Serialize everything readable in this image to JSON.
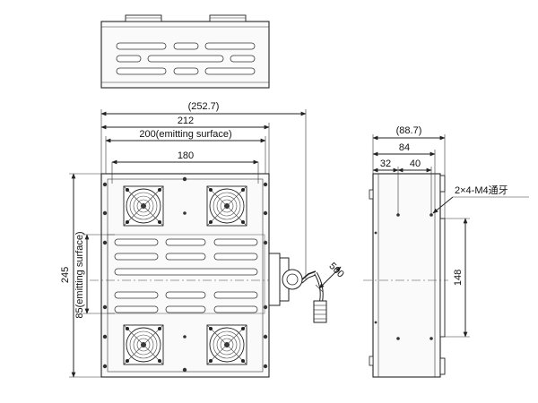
{
  "dimensions": {
    "overall_width": "(252.7)",
    "body_width": "212",
    "emitting_width": "200(emitting surface)",
    "fan_pitch": "180",
    "height": "245",
    "emitting_height": "85(emitting surface)",
    "cable_length": "500",
    "side_depth": "(88.7)",
    "side_84": "84",
    "side_32": "32",
    "side_40": "40",
    "side_148": "148",
    "thread_note": "2×4-M4通牙"
  },
  "icons": {
    "fan": "fan-grille-icon",
    "connector": "cable-connector-icon",
    "screw": "screw-icon"
  },
  "colors": {
    "line": "#222222",
    "background": "#ffffff"
  }
}
